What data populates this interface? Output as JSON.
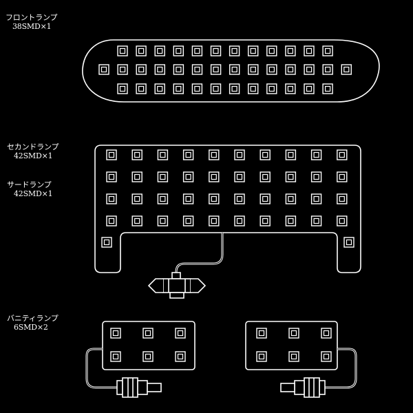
{
  "labels": {
    "front": {
      "name": "フロントランプ",
      "spec": "38SMD×1"
    },
    "second": {
      "name": "セカンドランプ",
      "spec": "42SMD×1"
    },
    "third": {
      "name": "サードランプ",
      "spec": "42SMD×1"
    },
    "vanity": {
      "name": "バニティランプ",
      "spec": "6SMD×2"
    }
  },
  "colors": {
    "background": "#000000",
    "line": "#ffffff"
  }
}
